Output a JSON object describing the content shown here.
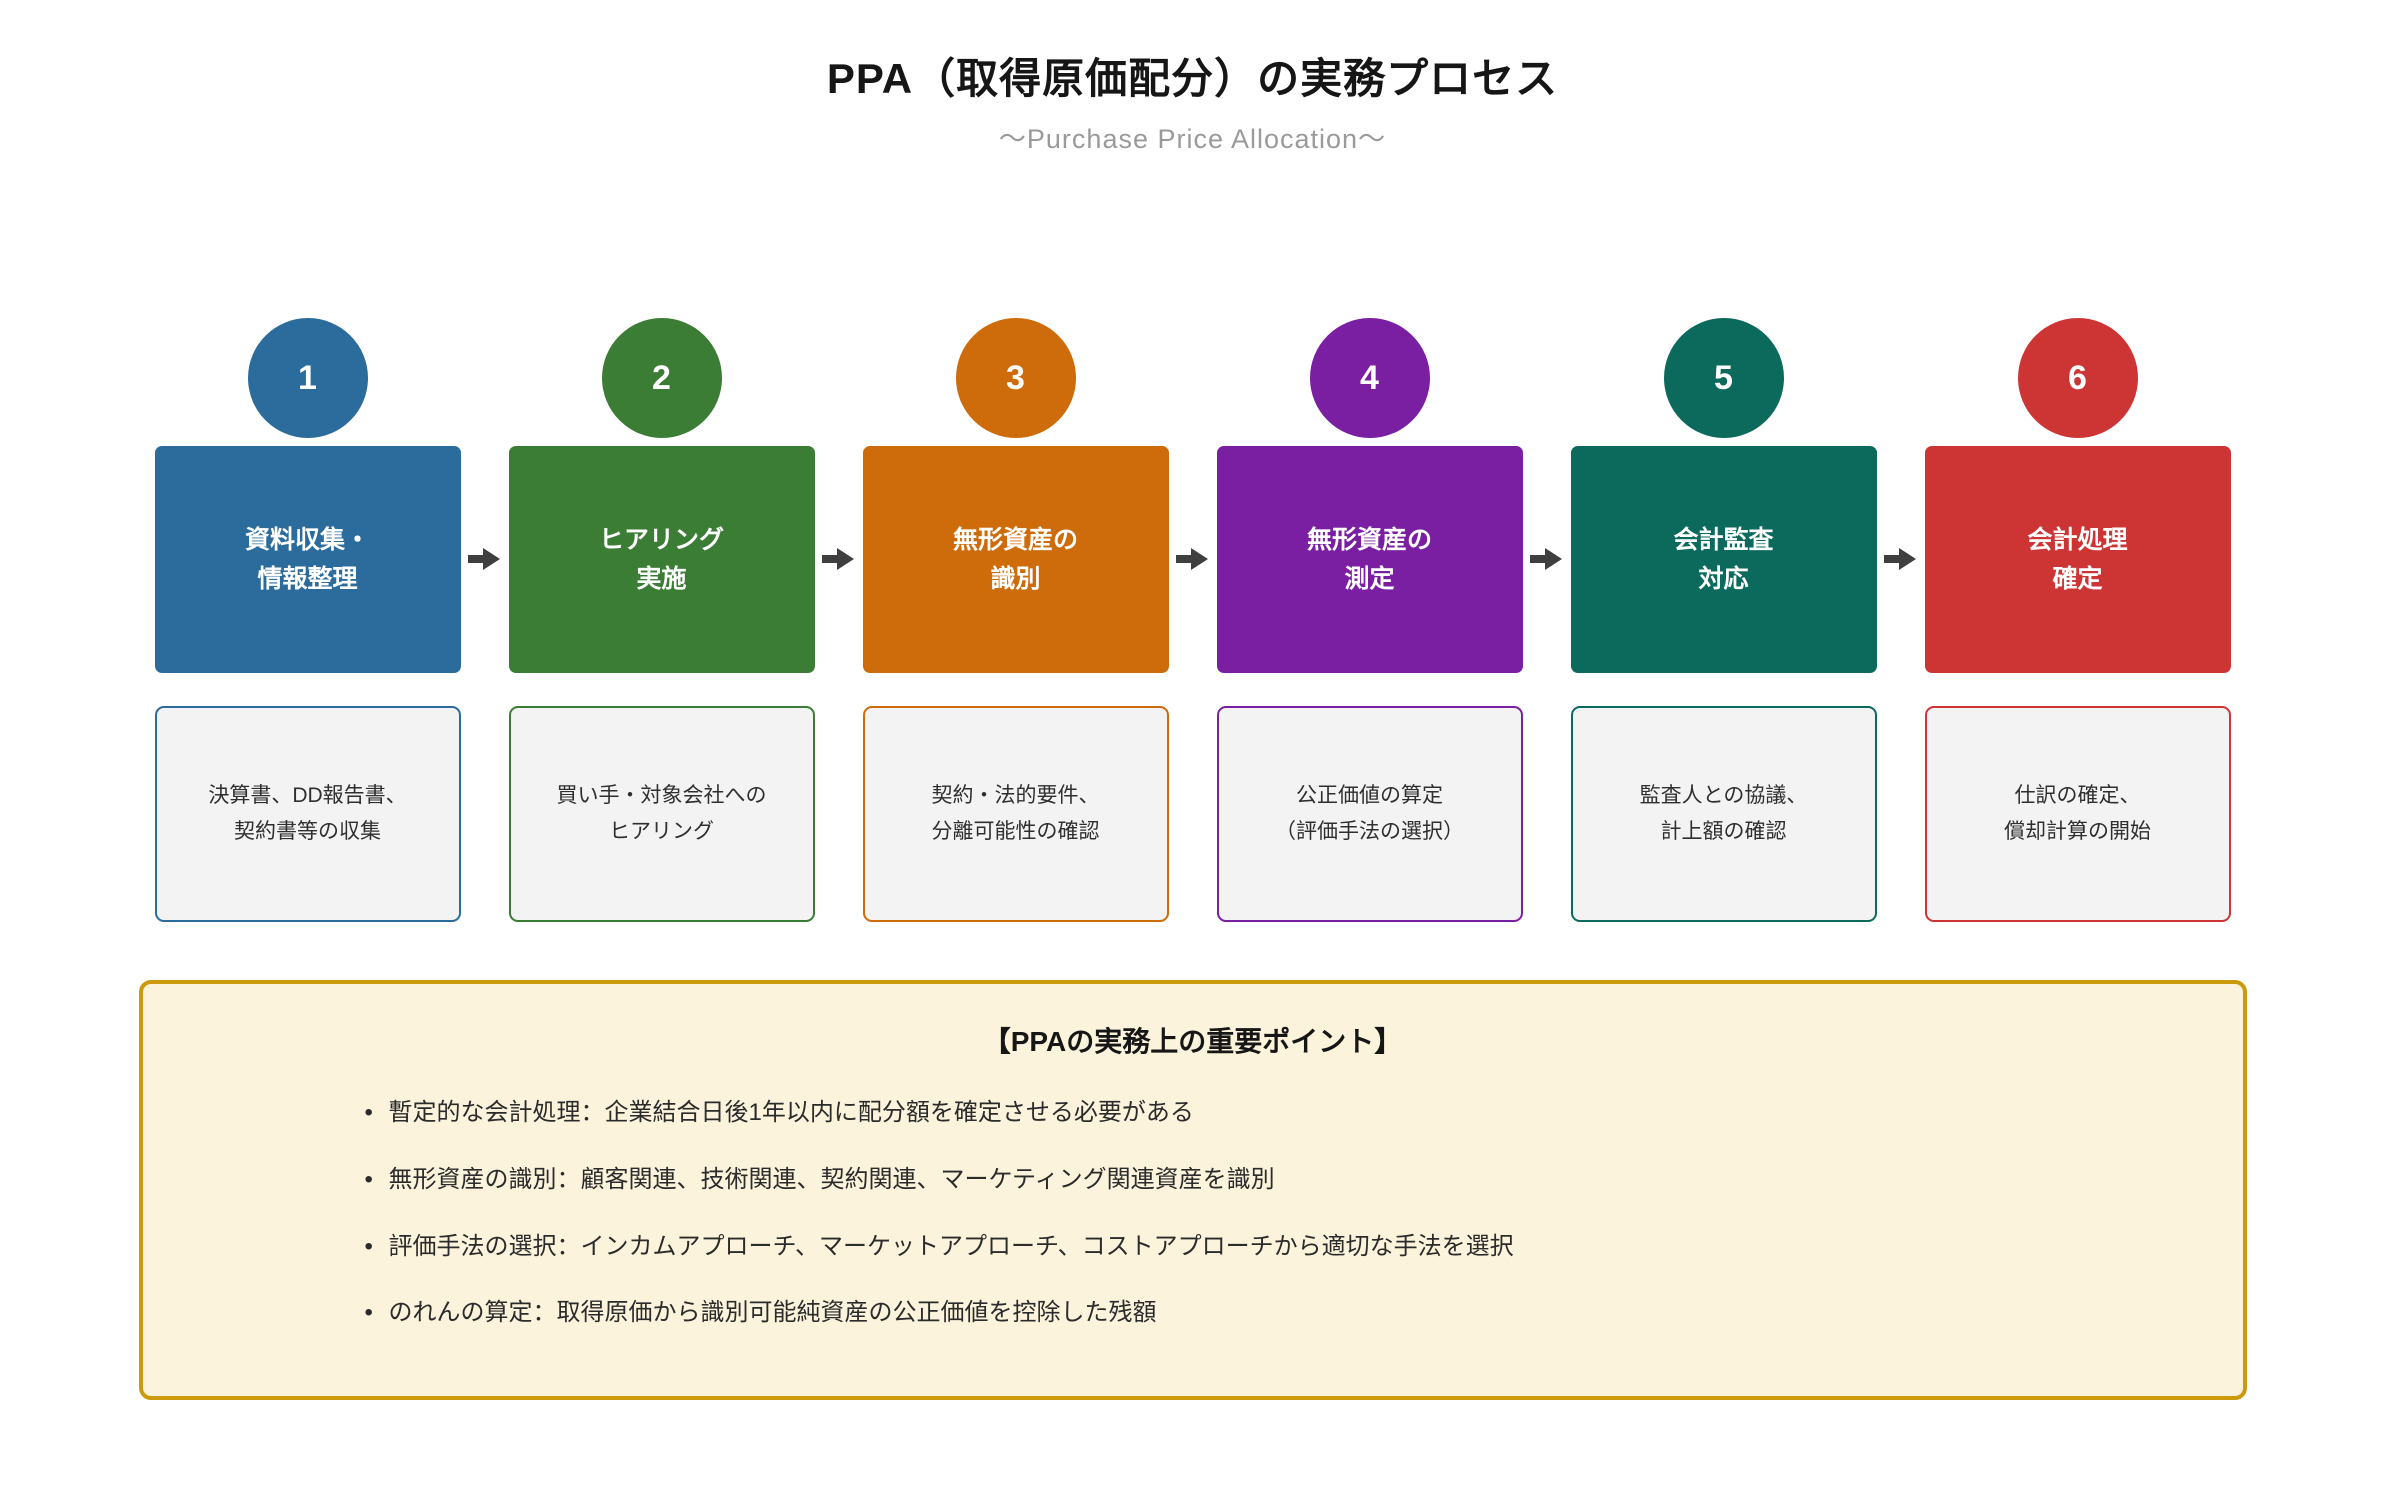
{
  "header": {
    "title": "PPA（取得原価配分）の実務プロセス",
    "subtitle": "～Purchase Price Allocation～"
  },
  "steps": [
    {
      "number": "1",
      "color": "#2B6C9C",
      "title_lines": [
        "資料収集・",
        "情報整理"
      ],
      "desc_lines": [
        "決算書、DD報告書、",
        "契約書等の収集"
      ]
    },
    {
      "number": "2",
      "color": "#3B7D35",
      "title_lines": [
        "ヒアリング",
        "実施"
      ],
      "desc_lines": [
        "買い手・対象会社への",
        "ヒアリング"
      ]
    },
    {
      "number": "3",
      "color": "#CE6C0B",
      "title_lines": [
        "無形資産の",
        "識別"
      ],
      "desc_lines": [
        "契約・法的要件、",
        "分離可能性の確認"
      ]
    },
    {
      "number": "4",
      "color": "#7B1FA2",
      "title_lines": [
        "無形資産の",
        "測定"
      ],
      "desc_lines": [
        "公正価値の算定",
        "（評価手法の選択）"
      ]
    },
    {
      "number": "5",
      "color": "#0B6A5C",
      "title_lines": [
        "会計監査",
        "対応"
      ],
      "desc_lines": [
        "監査人との協議、",
        "計上額の確認"
      ]
    },
    {
      "number": "6",
      "color": "#CD3535",
      "title_lines": [
        "会計処理",
        "確定"
      ],
      "desc_lines": [
        "仕訳の確定、",
        "償却計算の開始"
      ]
    }
  ],
  "arrow": {
    "color": "#3F3F3F"
  },
  "key_points": {
    "title": "【PPAの実務上の重要ポイント】",
    "background": "#FBF3DB",
    "border_color": "#CC9A0D",
    "items": [
      "暫定的な会計処理：企業結合日後1年以内に配分額を確定させる必要がある",
      "無形資産の識別：顧客関連、技術関連、契約関連、マーケティング関連資産を識別",
      "評価手法の選択：インカムアプローチ、マーケットアプローチ、コストアプローチから適切な手法を選択",
      "のれんの算定：取得原価から識別可能純資産の公正価値を控除した残額"
    ]
  }
}
